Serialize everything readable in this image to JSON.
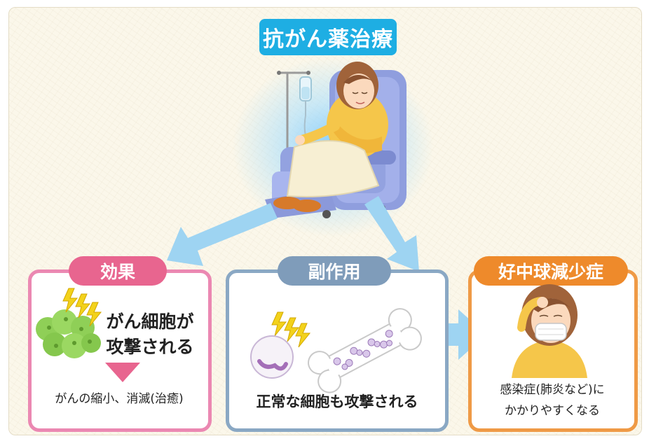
{
  "title": "抗がん薬治療",
  "effect": {
    "tab": "効果",
    "main_line1": "がん細胞が",
    "main_line2": "攻撃される",
    "result": "がんの縮小、消滅(治癒)"
  },
  "side_effect": {
    "tab": "副作用",
    "main": "正常な細胞も攻撃される"
  },
  "neutropenia": {
    "tab": "好中球減少症",
    "line1": "感染症(肺炎など)に",
    "line2": "かかりやすくなる"
  },
  "colors": {
    "title_bg": "#1eaee3",
    "effect": "#e8658f",
    "side_effect": "#7f9cba",
    "neutropenia": "#ee8a2b",
    "arrow": "#9ed4f2",
    "cancer_cell": "#8fcf57",
    "lightning": "#f3d21b"
  },
  "icons": [
    "patient-in-chair-illustration",
    "iv-drip-icon",
    "cancer-cell-cluster-icon",
    "lightning-icon",
    "down-triangle-icon",
    "white-blood-cell-icon",
    "bone-marrow-icon",
    "sick-woman-with-mask-illustration"
  ]
}
